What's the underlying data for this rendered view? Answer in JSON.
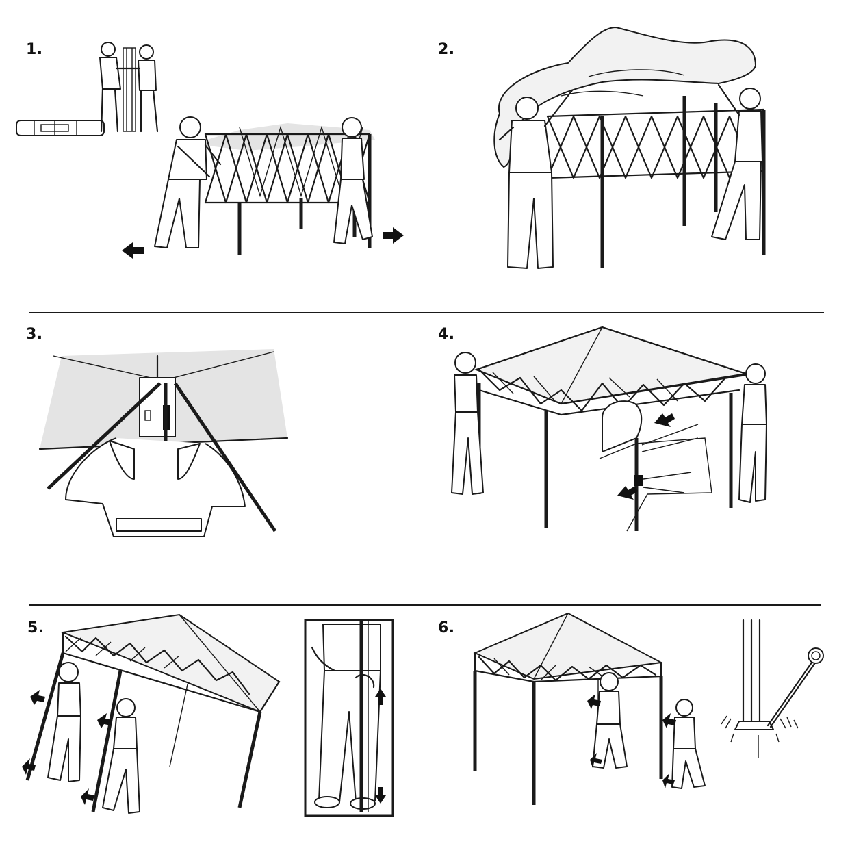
{
  "steps": [
    {
      "id": 1,
      "label": "1."
    },
    {
      "id": 2,
      "label": "2."
    },
    {
      "id": 3,
      "label": "3."
    },
    {
      "id": 4,
      "label": "4."
    },
    {
      "id": 5,
      "label": "5."
    },
    {
      "id": 6,
      "label": "6."
    }
  ],
  "colors": {
    "ink": "#1a1a1a",
    "paper": "#ffffff",
    "canopy": "#f2f2f2"
  }
}
